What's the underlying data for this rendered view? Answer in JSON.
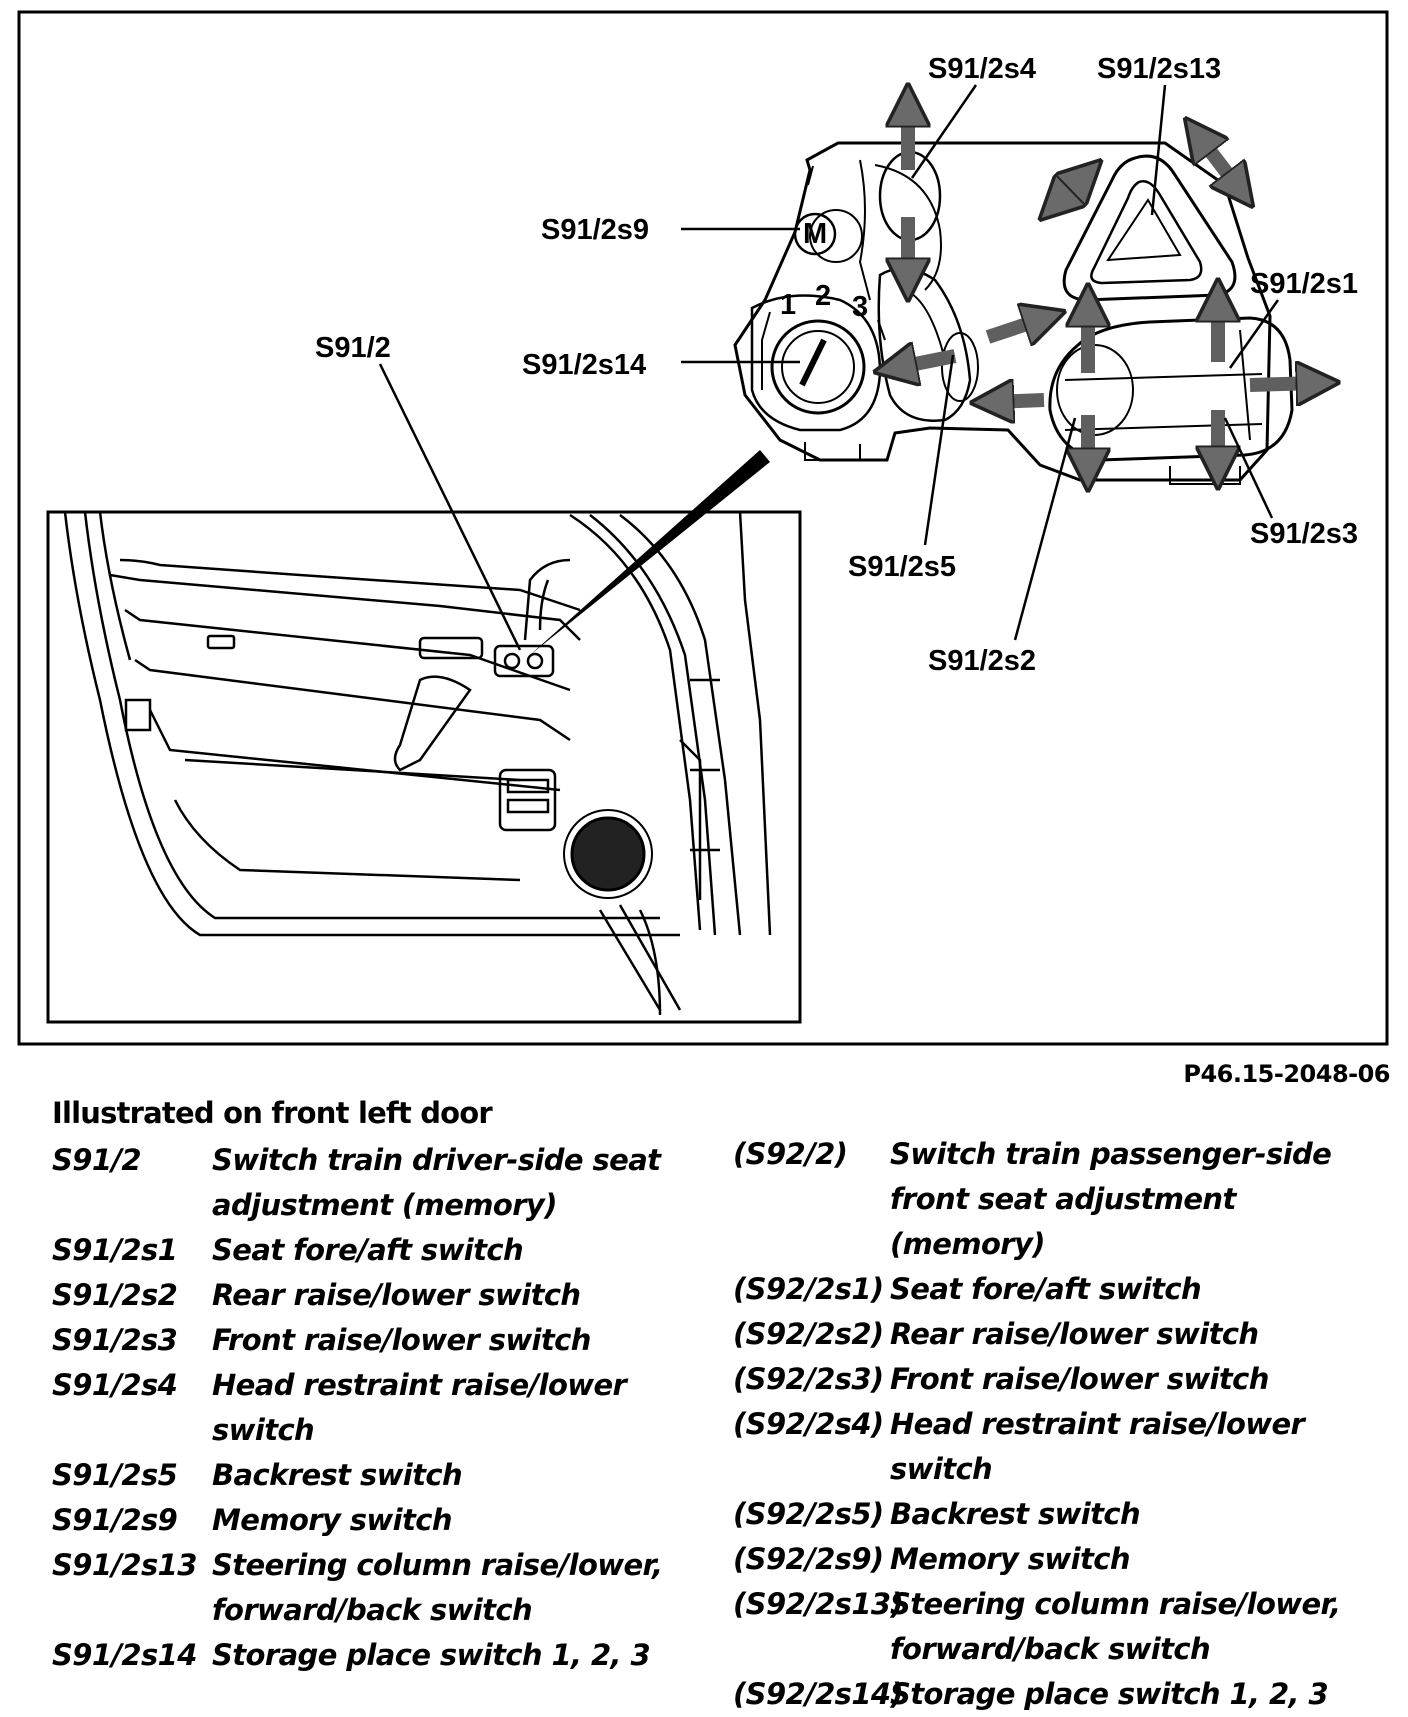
{
  "figure": {
    "callouts": {
      "s91_2s4": "S91/2s4",
      "s91_2s13": "S91/2s13",
      "s91_2s9": "S91/2s9",
      "s91_2s1": "S91/2s1",
      "s91_2": "S91/2",
      "s91_2s14": "S91/2s14",
      "s91_2s3": "S91/2s3",
      "s91_2s5": "S91/2s5",
      "s91_2s2": "S91/2s2"
    },
    "dial_marks": [
      "1",
      "2",
      "3"
    ],
    "memory_button": "M",
    "reference": "P46.15-2048-06"
  },
  "legend": {
    "heading": "Illustrated on front left door",
    "left": [
      {
        "code": "S91/2",
        "desc": "Switch train driver-side seat adjustment (memory)"
      },
      {
        "code": "S91/2s1",
        "desc": "Seat fore/aft switch"
      },
      {
        "code": "S91/2s2",
        "desc": "Rear raise/lower switch"
      },
      {
        "code": "S91/2s3",
        "desc": "Front raise/lower switch"
      },
      {
        "code": "S91/2s4",
        "desc": "Head restraint raise/lower switch"
      },
      {
        "code": "S91/2s5",
        "desc": "Backrest switch"
      },
      {
        "code": "S91/2s9",
        "desc": "Memory switch"
      },
      {
        "code": "S91/2s13",
        "desc": "Steering column raise/lower, forward/back switch"
      },
      {
        "code": "S91/2s14",
        "desc": "Storage place switch 1, 2, 3"
      }
    ],
    "right": [
      {
        "code": "(S92/2)",
        "desc": "Switch train passenger-side front seat adjustment (memory)"
      },
      {
        "code": "(S92/2s1)",
        "desc": "Seat fore/aft switch"
      },
      {
        "code": "(S92/2s2)",
        "desc": "Rear raise/lower switch"
      },
      {
        "code": "(S92/2s3)",
        "desc": "Front raise/lower switch"
      },
      {
        "code": "(S92/2s4)",
        "desc": "Head restraint raise/lower switch"
      },
      {
        "code": "(S92/2s5)",
        "desc": "Backrest switch"
      },
      {
        "code": "(S92/2s9)",
        "desc": "Memory switch"
      },
      {
        "code": "(S92/2s13)",
        "desc": "Steering column raise/lower, forward/back switch"
      },
      {
        "code": "(S92/2s14)",
        "desc": "Storage place switch 1, 2, 3"
      }
    ]
  }
}
